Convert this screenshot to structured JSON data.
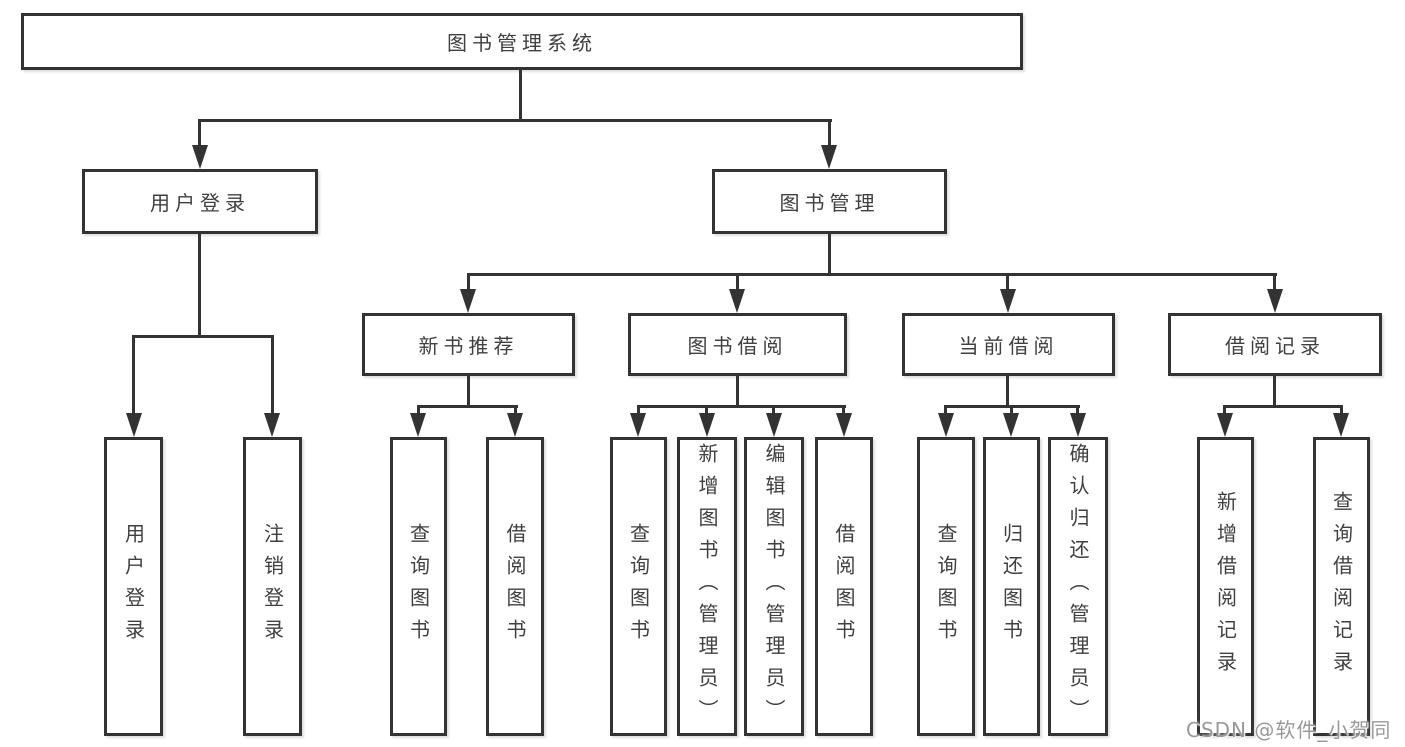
{
  "diagram_title": "图书管理系统",
  "tree": {
    "label": "图书管理系统",
    "children": [
      {
        "label": "用户登录",
        "children": [
          {
            "label": "用户登录"
          },
          {
            "label": "注销登录"
          }
        ]
      },
      {
        "label": "图书管理",
        "children": [
          {
            "label": "新书推荐",
            "children": [
              {
                "label": "查询图书"
              },
              {
                "label": "借阅图书"
              }
            ]
          },
          {
            "label": "图书借阅",
            "children": [
              {
                "label": "查询图书"
              },
              {
                "label": "新增图书（管理员）"
              },
              {
                "label": "编辑图书（管理员）"
              },
              {
                "label": "借阅图书"
              }
            ]
          },
          {
            "label": "当前借阅",
            "children": [
              {
                "label": "查询图书"
              },
              {
                "label": "归还图书"
              },
              {
                "label": "确认归还（管理员）"
              }
            ]
          },
          {
            "label": "借阅记录",
            "children": [
              {
                "label": "新增借阅记录"
              },
              {
                "label": "查询借阅记录"
              }
            ]
          }
        ]
      }
    ]
  },
  "watermark": {
    "text": "CSDN @软件_小贺同学"
  },
  "colors": {
    "line": "#333333",
    "text": "#404040",
    "watermark": "#999999",
    "background": "#ffffff"
  }
}
